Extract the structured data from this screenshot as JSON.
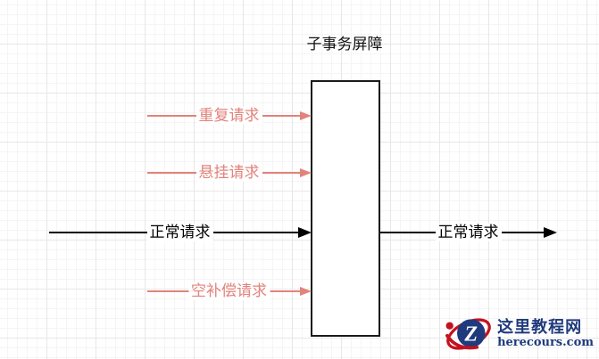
{
  "diagram": {
    "title": "子事务屏障"
  },
  "arrows": [
    {
      "label": "重复请求",
      "kind": "blocked"
    },
    {
      "label": "悬挂请求",
      "kind": "blocked"
    },
    {
      "label": "正常请求",
      "kind": "pass-in"
    },
    {
      "label": "空补偿请求",
      "kind": "blocked"
    },
    {
      "label": "正常请求",
      "kind": "pass-out"
    }
  ],
  "colors": {
    "abnormal_request": "#e2837b",
    "normal_request": "#000000",
    "barrier_border": "#1a1a1a",
    "watermark_navy": "#1f3a7d",
    "watermark_red": "#c3121f"
  },
  "watermark": {
    "logo_letter": "Z",
    "site_name": "这里教程网",
    "site_url": "herecours.com"
  }
}
